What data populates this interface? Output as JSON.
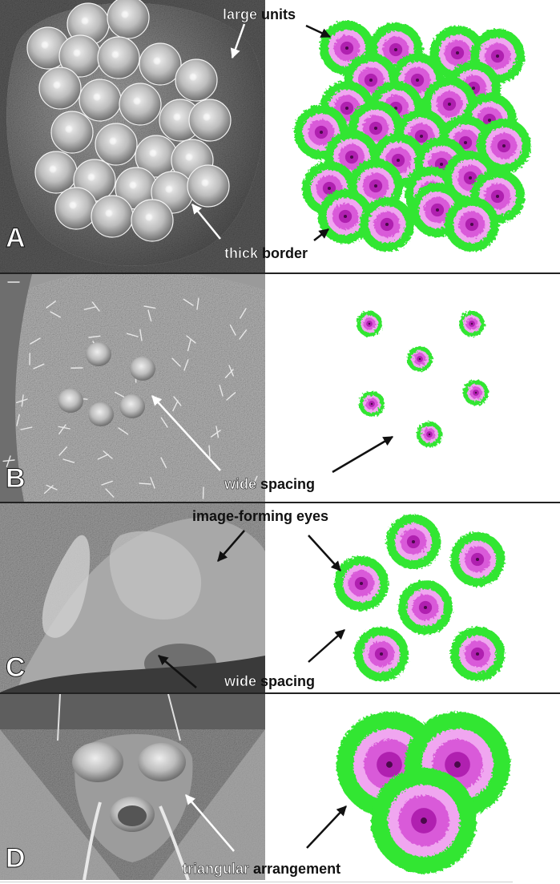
{
  "panels": [
    {
      "id": "A",
      "letter": "A",
      "label1": "large",
      "label2": "units",
      "label3": "thick",
      "label4": "border"
    },
    {
      "id": "B",
      "letter": "B",
      "label1": "wide",
      "label2": "spacing"
    },
    {
      "id": "C",
      "letter": "C",
      "label1": "image-forming eyes",
      "label3": "wide",
      "label4": "spacing"
    },
    {
      "id": "D",
      "letter": "D",
      "label1": "triangular",
      "label2": "arrangement"
    }
  ],
  "colors": {
    "outer_ring": "#33e633",
    "middle_ring": "#f0a6f0",
    "inner_ring": "#d95ad9",
    "center": "#b020b0",
    "dot": "#4a0a4a"
  }
}
